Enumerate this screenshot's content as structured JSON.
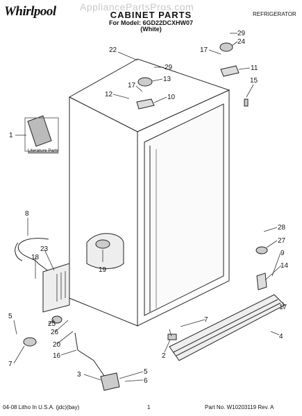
{
  "header": {
    "brand": "Whirlpool",
    "watermark": "AppliancePartsPros.com",
    "title": "CABINET PARTS",
    "model_line": "For Model: 6GD22DCXHW07",
    "variant": "(White)",
    "category": "REFRIGERATOR"
  },
  "literature_label": "Literature Parts",
  "callouts": [
    "29",
    "24",
    "17",
    "11",
    "15",
    "22",
    "29",
    "13",
    "17",
    "12",
    "10",
    "1",
    "8",
    "23",
    "18",
    "19",
    "28",
    "27",
    "9",
    "14",
    "5",
    "25",
    "7",
    "26",
    "20",
    "17",
    "16",
    "4",
    "7",
    "6",
    "2",
    "3",
    "5"
  ],
  "footer": {
    "left": "04-08 Litho In U.S.A. (jdc)(bay)",
    "center": "1",
    "right": "Part No. W10203119 Rev. A"
  }
}
